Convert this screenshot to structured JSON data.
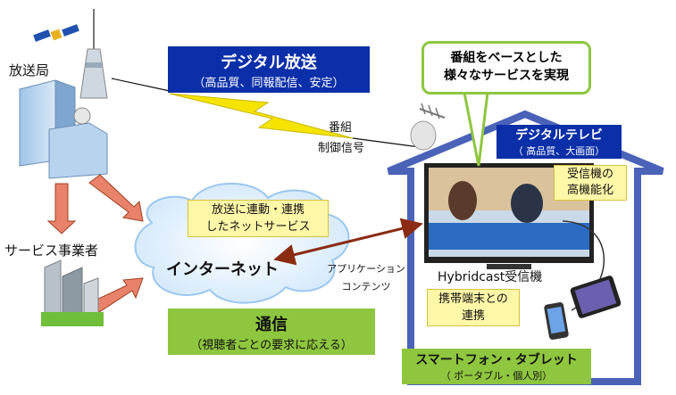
{
  "station": {
    "label": "放送局"
  },
  "provider": {
    "label": "サービス事業者"
  },
  "digital_broadcast": {
    "title": "デジタル放送",
    "subtitle": "（高品質、同報配信、安定）"
  },
  "signal": {
    "line1": "番組",
    "line2": "制御信号"
  },
  "callout": {
    "line1": "番組をベースとした",
    "line2": "様々なサービスを実現"
  },
  "digital_tv": {
    "title": "デジタルテレビ",
    "subtitle": "（ 高品質、大画面）"
  },
  "receiver_feature": {
    "line1": "受信機の",
    "line2": "高機能化"
  },
  "linked_service": {
    "line1": "放送に連動・連携",
    "line2": "したネットサービス"
  },
  "internet": {
    "label": "インターネット"
  },
  "app_content": {
    "line1": "アプリケーション",
    "line2": "コンテンツ"
  },
  "hybridcast": {
    "label": "Hybridcast受信機"
  },
  "mobile_link": {
    "line1": "携帯端末との",
    "line2": "連携"
  },
  "telecom": {
    "title": "通信",
    "subtitle": "（視聴者ごとの要求に応える）"
  },
  "smartphone": {
    "title": "スマートフォン・タブレット",
    "subtitle": "（ ポータブル・個人別）"
  },
  "colors": {
    "house": "#4a62b8",
    "arrow_salmon": "#e8826a",
    "bolt": "#f5e400",
    "green": "#8ec63f",
    "navy": "#0b2fa8"
  }
}
